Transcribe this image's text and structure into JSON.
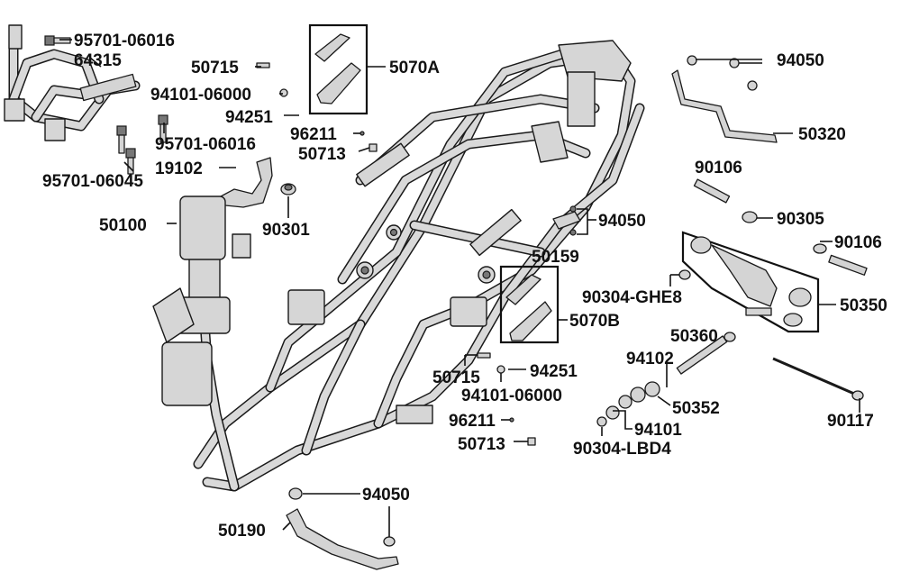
{
  "labels": {
    "p95701_06016_top": "95701-06016",
    "p64315": "64315",
    "p50715_top": "50715",
    "p94101_06000_top": "94101-06000",
    "p94251_top": "94251",
    "p95701_06016_mid": "95701-06016",
    "p95701_06045": "95701-06045",
    "p19102": "19102",
    "p50100": "50100",
    "p90301": "90301",
    "p5070A": "5070A",
    "p96211_top": "96211",
    "p50713_top": "50713",
    "p94050_top": "94050",
    "p50320": "50320",
    "p90106_top": "90106",
    "p90305": "90305",
    "p90106_right": "90106",
    "p50350": "50350",
    "p94050_mid": "94050",
    "p50159": "50159",
    "p90304_GHE8": "90304-GHE8",
    "p5070B": "5070B",
    "p50360": "50360",
    "p94102": "94102",
    "p50715_bot": "50715",
    "p94251_bot": "94251",
    "p94101_06000_bot": "94101-06000",
    "p50352": "50352",
    "p90117": "90117",
    "p96211_bot": "96211",
    "p94101": "94101",
    "p50713_bot": "50713",
    "p90304_LBD4": "90304-LBD4",
    "p94050_bot": "94050",
    "p50190": "50190"
  },
  "colors": {
    "ink": "#111111",
    "part_fill": "#d4d4d4"
  }
}
